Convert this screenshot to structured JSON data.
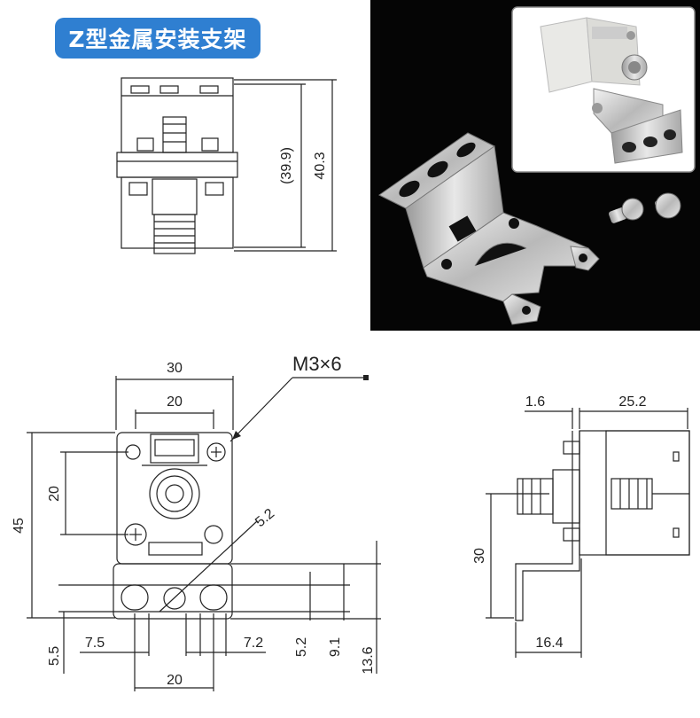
{
  "title": "Z型金属安装支架",
  "top_view": {
    "dim_inner": "(39.9)",
    "dim_outer": "40.3"
  },
  "front_view": {
    "width_30": "30",
    "width_20": "20",
    "height_45": "45",
    "pitch_20": "20",
    "hole_dia": "5.2",
    "screw_label": "M3×6",
    "offset_5_5": "5.5",
    "offset_7_5": "7.5",
    "offset_7_2": "7.2",
    "slot_20": "20",
    "vert_5_2": "5.2",
    "vert_9_1": "9.1",
    "vert_13_6": "13.6"
  },
  "side_view": {
    "thick": "1.6",
    "depth": "25.2",
    "height_30": "30",
    "base": "16.4"
  },
  "colors": {
    "badge": "#2f7fd1",
    "line": "#222222",
    "photo_bg": "#050505"
  }
}
